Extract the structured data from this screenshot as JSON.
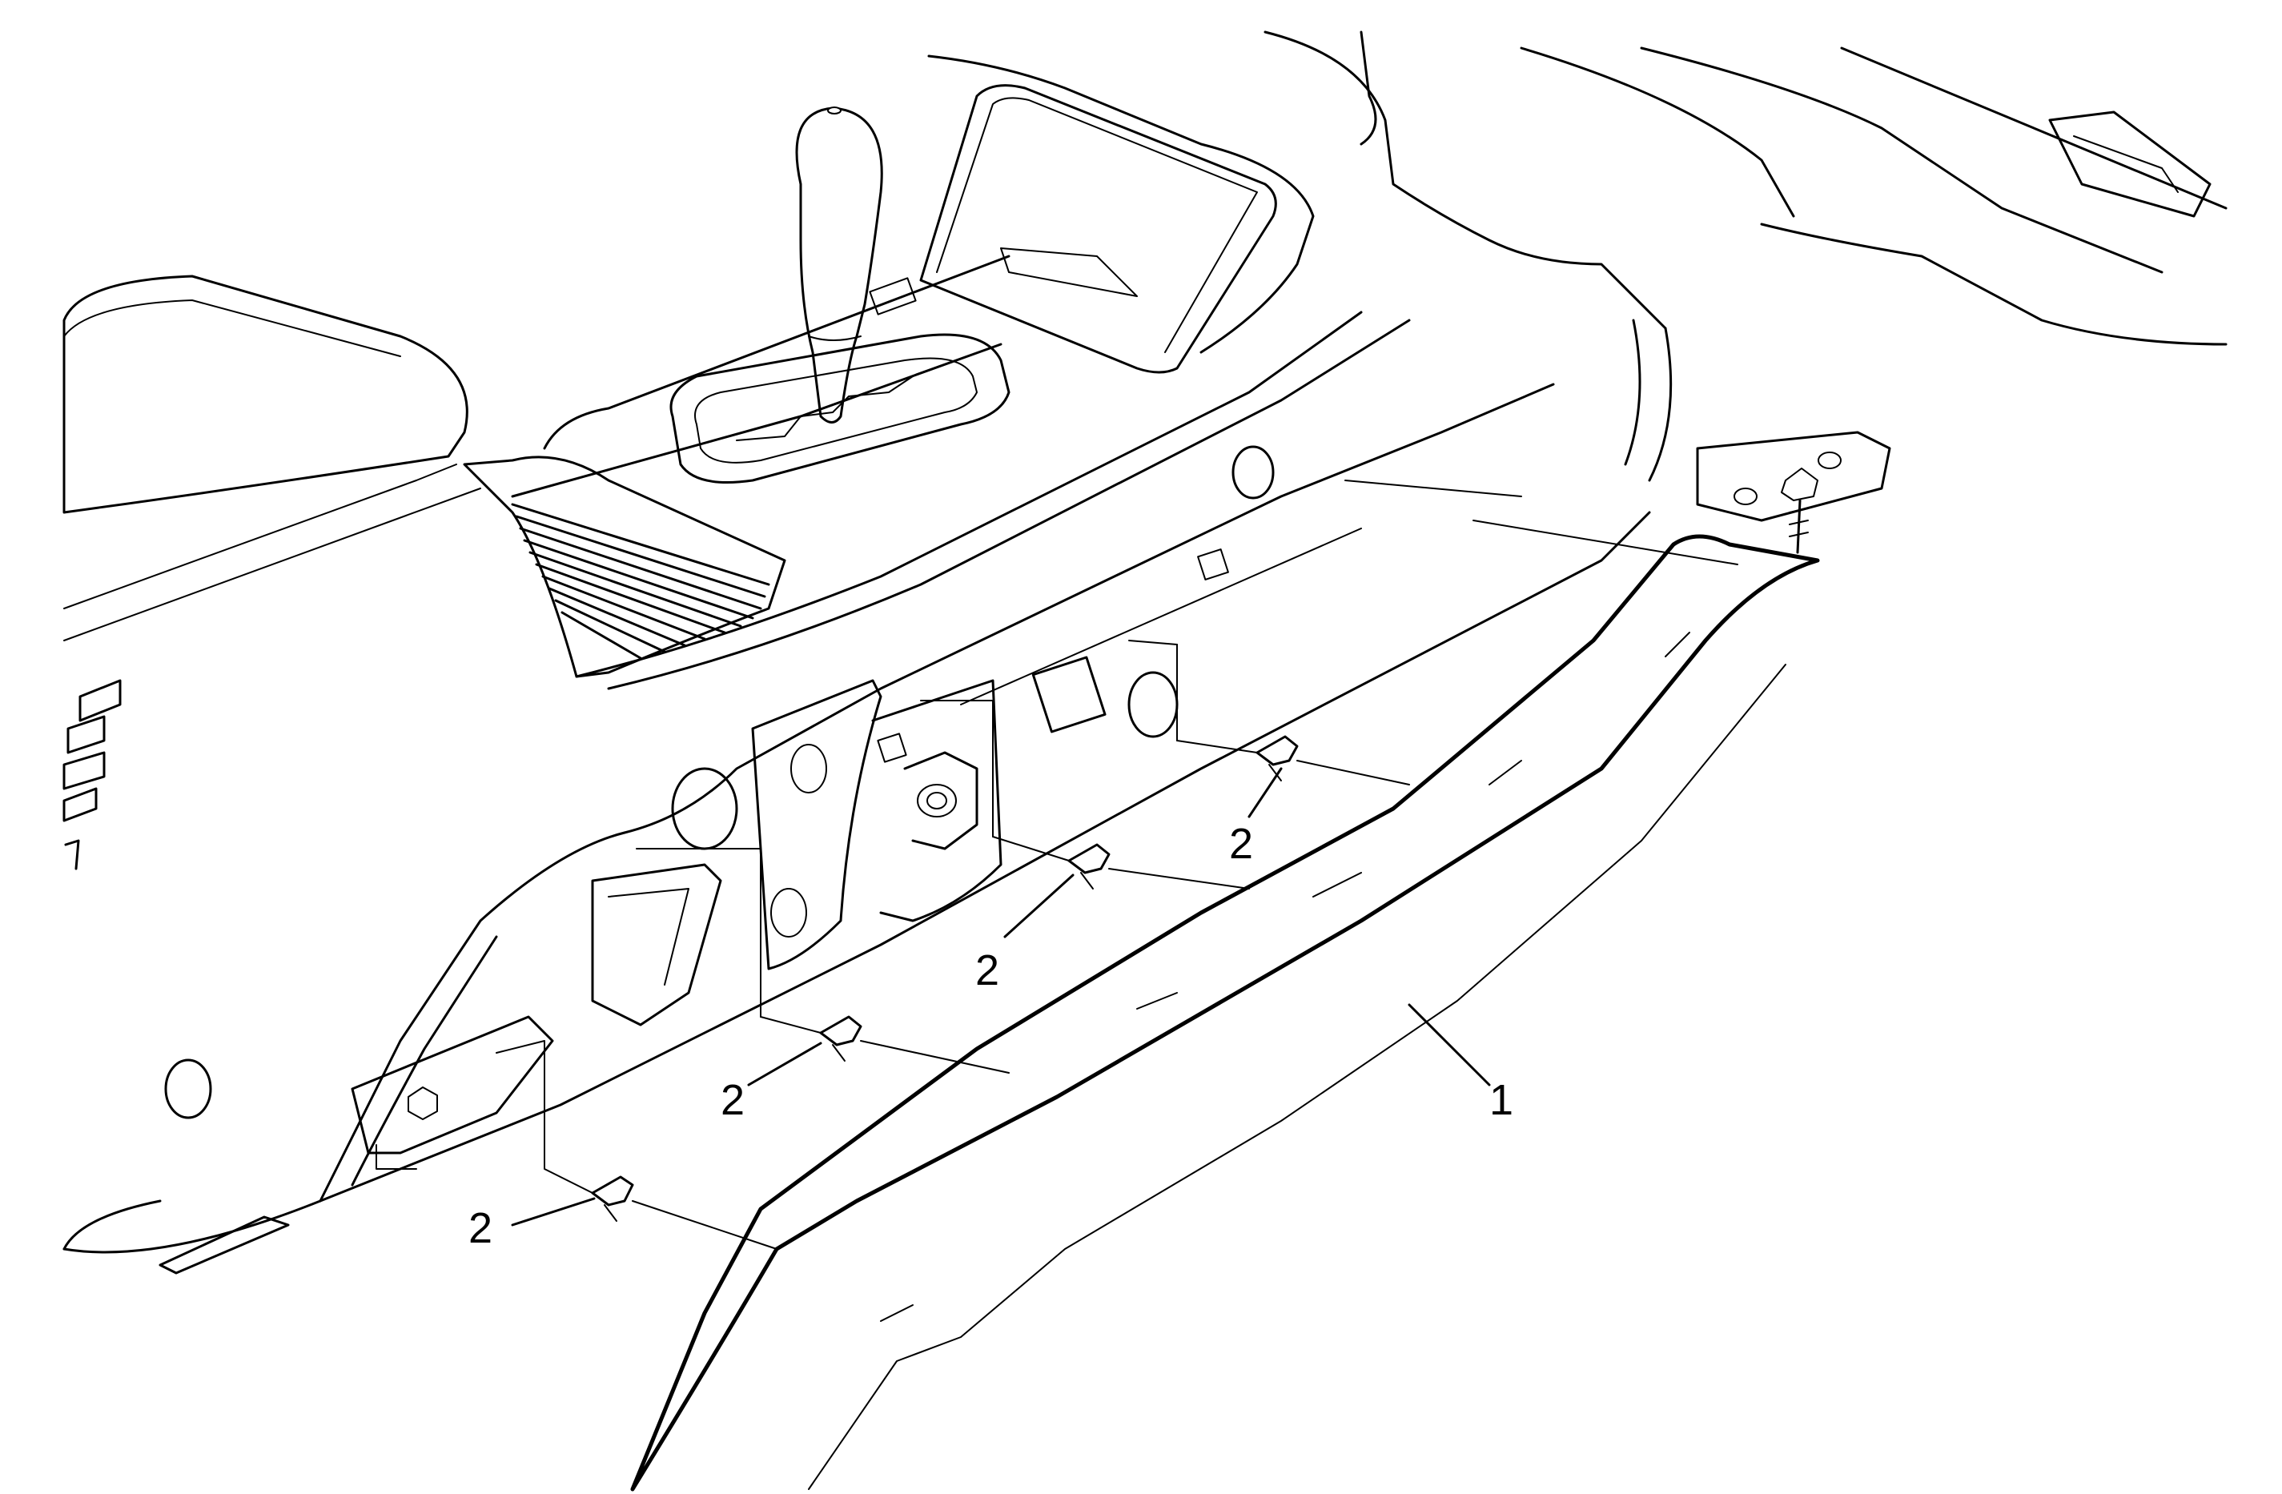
{
  "callouts": {
    "part_1": "1",
    "clip_a": "2",
    "clip_b": "2",
    "clip_c": "2",
    "clip_d": "2"
  }
}
